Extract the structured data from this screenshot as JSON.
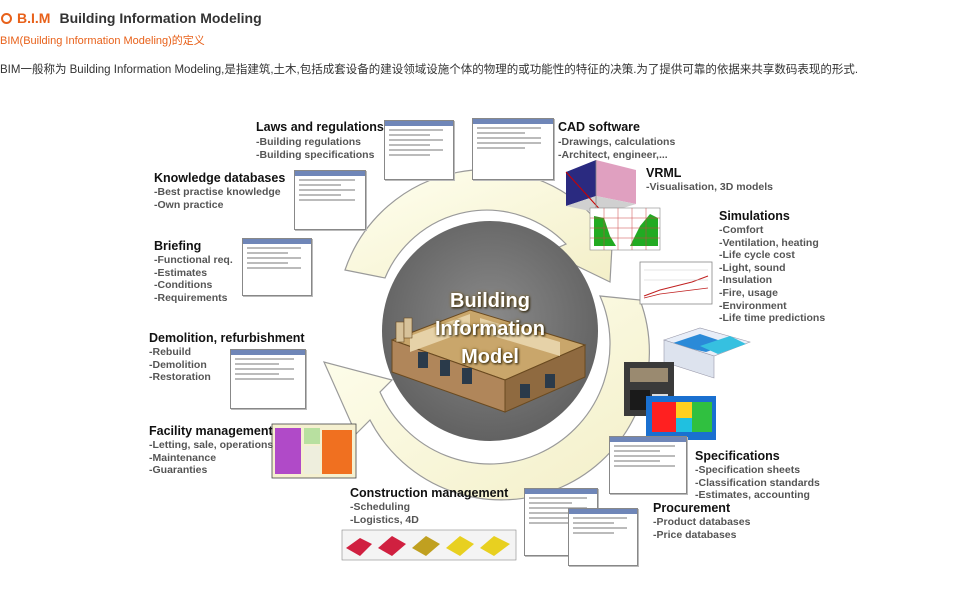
{
  "header": {
    "tag": "B.I.M",
    "title": "Building Information Modeling"
  },
  "subtitle": "BIM(Building Information Modeling)的定义",
  "description": "BIM一般称为 Building Information Modeling,是指建筑,土木,包括成套设备的建设领域设施个体的物理的或功能性的特征的决策.为了提供可靠的依据来共享数码表现的形式.",
  "center_label": {
    "line1": "Building",
    "line2": "Information",
    "line3": "Model"
  },
  "topics": {
    "laws": {
      "title": "Laws and regulations",
      "items": [
        "-Building regulations",
        "-Building specifications"
      ]
    },
    "cad": {
      "title": "CAD software",
      "items": [
        "-Drawings, calculations",
        "-Architect, engineer,..."
      ]
    },
    "knowledge": {
      "title": "Knowledge databases",
      "items": [
        "-Best practise knowledge",
        "-Own practice"
      ]
    },
    "vrml": {
      "title": "VRML",
      "items": [
        "-Visualisation, 3D models"
      ]
    },
    "briefing": {
      "title": "Briefing",
      "items": [
        "-Functional req.",
        "-Estimates",
        "-Conditions",
        "-Requirements"
      ]
    },
    "simulations": {
      "title": "Simulations",
      "items": [
        "-Comfort",
        "-Ventilation, heating",
        "-Life cycle cost",
        "-Light, sound",
        "-Insulation",
        "-Fire, usage",
        "-Environment",
        "-Life time predictions"
      ]
    },
    "demolition": {
      "title": "Demolition, refurbishment",
      "items": [
        "-Rebuild",
        "-Demolition",
        "-Restoration"
      ]
    },
    "facility": {
      "title": "Facility management",
      "items": [
        "-Letting, sale, operations",
        "-Maintenance",
        "-Guaranties"
      ]
    },
    "specifications": {
      "title": "Specifications",
      "items": [
        "-Specification sheets",
        "-Classification standards",
        "-Estimates, accounting"
      ]
    },
    "construction": {
      "title": "Construction management",
      "items": [
        "-Scheduling",
        "-Logistics, 4D"
      ]
    },
    "procurement": {
      "title": "Procurement",
      "items": [
        "-Product databases",
        "-Price databases"
      ]
    }
  },
  "colors": {
    "accent": "#e8611a",
    "cycle_fill": "#fffde0",
    "cycle_stroke": "#999999",
    "core": "#6e6e6e"
  }
}
